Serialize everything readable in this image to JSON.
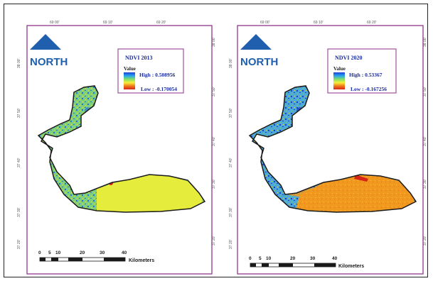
{
  "maps": [
    {
      "legend": {
        "title": "NDVI 2013",
        "value_label": "Value",
        "high_label": "High : 0.508956",
        "low_label": "Low : -0.170054"
      },
      "north_label": "NORTH",
      "scale_ticks": [
        "0",
        "5",
        "10",
        "20",
        "30",
        "40"
      ],
      "scale_unit": "Kilometers",
      "ramp_colors": [
        "#1f3fd6",
        "#27a3f0",
        "#7fe06a",
        "#f5f03a",
        "#f07a1a",
        "#d62418"
      ],
      "fill_colors": {
        "main": "#7ed07c",
        "speckle": "#2a6fe0",
        "southeast": "#e6ec3c"
      }
    },
    {
      "legend": {
        "title": "NDVI 2020",
        "value_label": "Value",
        "high_label": "High : 0.53367",
        "low_label": "Low : -0.167256"
      },
      "north_label": "NORTH",
      "scale_ticks": [
        "0",
        "5",
        "10",
        "20",
        "30",
        "40"
      ],
      "scale_unit": "Kilometers",
      "ramp_colors": [
        "#1f3fd6",
        "#27a3f0",
        "#7fe06a",
        "#f5f03a",
        "#f07a1a",
        "#d62418"
      ],
      "fill_colors": {
        "main": "#4fa9d8",
        "speckle": "#1c3fc8",
        "southeast": "#ef9a1e"
      }
    }
  ],
  "colors": {
    "frame": "#a0509c",
    "boundary": "#1a1a1a",
    "north_arrow": "#1f5fae"
  }
}
